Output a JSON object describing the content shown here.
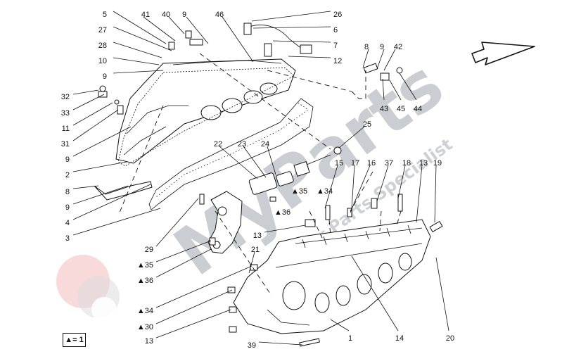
{
  "diagram": {
    "callouts": [
      "5",
      "41",
      "40",
      "9",
      "46",
      "26",
      "6",
      "27",
      "7",
      "28",
      "10",
      "12",
      "9",
      "8",
      "9",
      "42",
      "43",
      "45",
      "44",
      "32",
      "33",
      "11",
      "31",
      "9",
      "2",
      "8",
      "9",
      "4",
      "3",
      "25",
      "22",
      "23",
      "24",
      "15",
      "17",
      "16",
      "37",
      "18",
      "13",
      "19",
      "35",
      "34",
      "36",
      "13",
      "21",
      "29",
      "35",
      "36",
      "34",
      "30",
      "13",
      "39",
      "1",
      "14",
      "20"
    ],
    "legend": "▲= 1",
    "watermark_lines": [
      "MyParts",
      "Your Car Parts Specialist"
    ]
  }
}
